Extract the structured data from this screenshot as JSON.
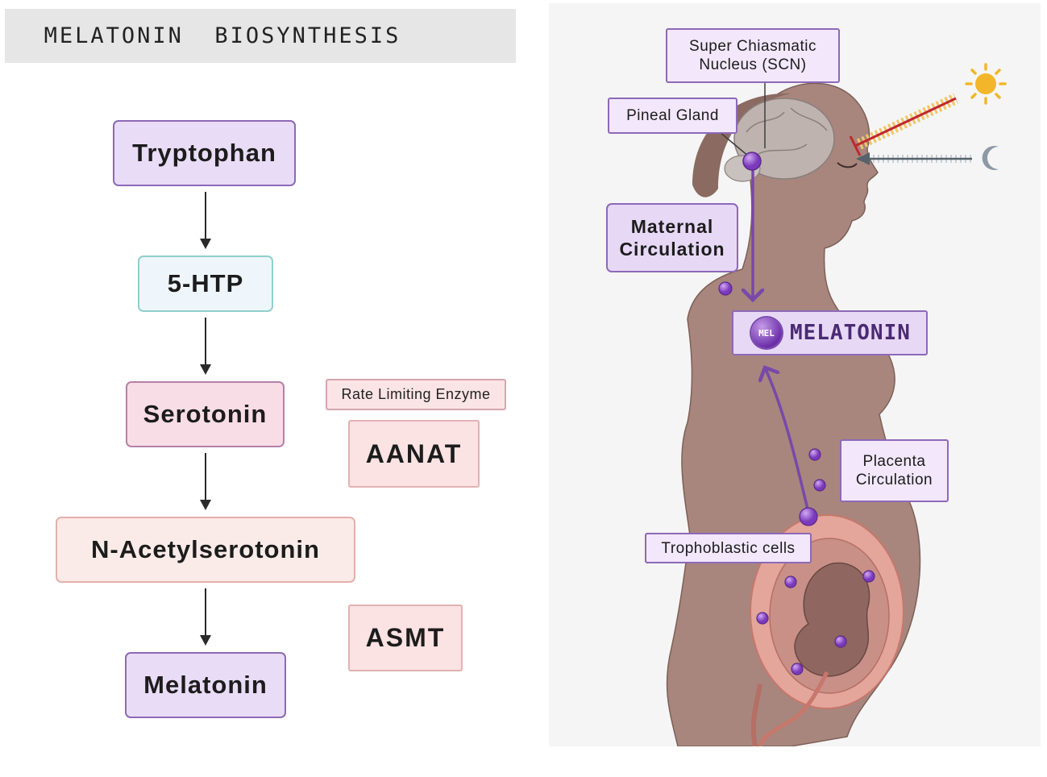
{
  "title": "MELATONIN  BIOSYNTHESIS",
  "pathway": {
    "tryptophan": "Tryptophan",
    "htp": "5-HTP",
    "serotonin": "Serotonin",
    "nas": "N-Acetylserotonin",
    "melatonin": "Melatonin"
  },
  "enzymes": {
    "rate_limiting_label": "Rate Limiting Enzyme",
    "aanat": "AANAT",
    "asmt": "ASMT"
  },
  "anatomy": {
    "scn": "Super Chiasmatic Nucleus (SCN)",
    "pineal": "Pineal Gland",
    "maternal": "Maternal Circulation",
    "melatonin_badge": "MEL",
    "melatonin_label": "MELATONIN",
    "placenta": "Placenta Circulation",
    "trophoblastic": "Trophoblastic cells"
  },
  "colors": {
    "skin": "#a8867d",
    "molecule": "#8e4fc9",
    "pathway_arrow": "#7a48a8",
    "light_inhibit": "#c0282e",
    "dark_signal": "#56616b"
  },
  "icons": [
    "sun-icon",
    "moon-icon",
    "molecule-icon"
  ]
}
